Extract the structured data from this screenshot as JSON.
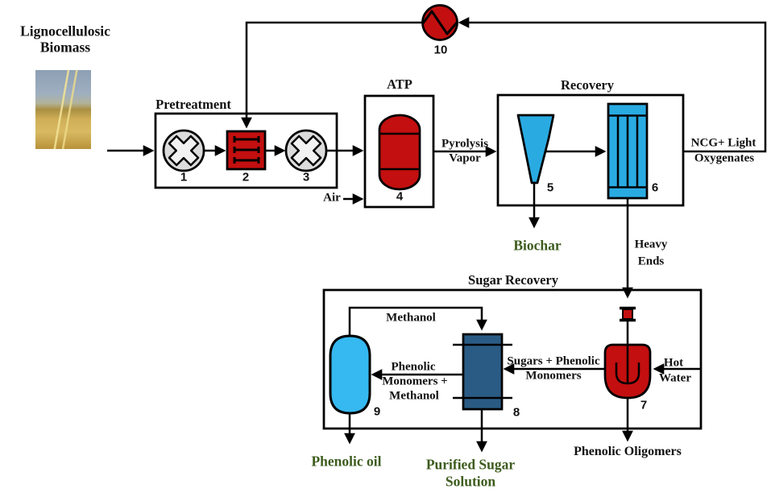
{
  "title": {
    "line1": "Lignocellulosic",
    "line2": "Biomass"
  },
  "sections": {
    "pretreatment": "Pretreatment",
    "atp": "ATP",
    "recovery": "Recovery",
    "sugar_recovery": "Sugar Recovery"
  },
  "units": {
    "grinder": "1",
    "dryer": "2",
    "mill": "3",
    "pyrolysis_reactor": "4",
    "cyclone": "5",
    "condenser": "6",
    "extraction_reactor": "7",
    "extraction_column": "8",
    "separation_vessel": "9",
    "heat_exchanger": "10"
  },
  "streams": {
    "pyrolysis_vapor": {
      "line1": "Pyrolysis",
      "line2": "Vapor"
    },
    "air": "Air",
    "ncg_light_oxygenates": {
      "line1": "NCG+ Light",
      "line2": "Oxygenates"
    },
    "biochar": "Biochar",
    "heavy_ends": {
      "line1": "Heavy",
      "line2": "Ends"
    },
    "methanol": "Methanol",
    "sugars_phenolic_monomers": {
      "line1": "Sugars + Phenolic",
      "line2": "Monomers"
    },
    "phenolic_monomers_methanol": {
      "line1": "Phenolic",
      "line2": "Monomers +",
      "line3": "Methanol"
    },
    "hot_water": {
      "line1": "Hot",
      "line2": "Water"
    },
    "phenolic_oil": "Phenolic oil",
    "purified_sugar_solution": {
      "line1": "Purified Sugar",
      "line2": "Solution"
    },
    "phenolic_oligomers": "Phenolic Oligomers"
  },
  "colors": {
    "unit_red": "#C30F0F",
    "unit_cyan": "#29ABE2",
    "unit_light_blue": "#36B9F0",
    "unit_dark_blue": "#2A5B84",
    "unit_gray": "#DCDCDC",
    "grinder_cross": "#F2F2F2",
    "line_black": "#000000",
    "green_text": "#3D5C1E"
  }
}
